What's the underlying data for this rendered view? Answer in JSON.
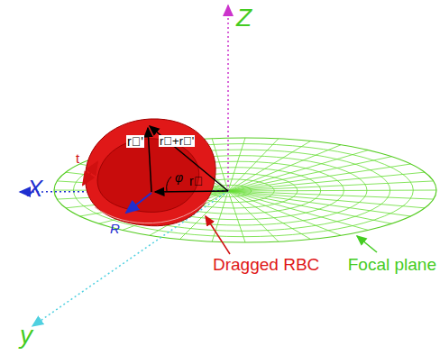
{
  "diagram": {
    "labels": [
      "Z",
      "X",
      "y",
      "t",
      "R",
      "r⃗'",
      "r⃗+r⃗'",
      "φ",
      "r⃗",
      "Dragged RBC",
      "Focal plane"
    ]
  }
}
